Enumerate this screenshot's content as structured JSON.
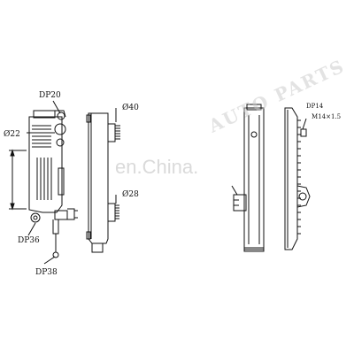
{
  "labels": {
    "dp20": "DP20",
    "dia22": "Ø22",
    "dia40": "Ø40",
    "dia28": "Ø28",
    "dp36": "DP36",
    "dp38": "DP38",
    "dp14": "DP14",
    "thread": "M14×1.5"
  },
  "watermark": {
    "site": "en.China.",
    "brand": "AUTO PARTS"
  }
}
